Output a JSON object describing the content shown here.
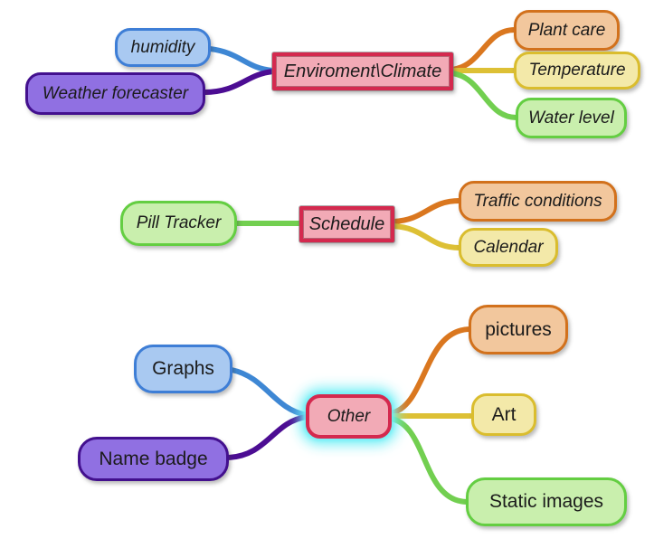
{
  "palette": {
    "background": "#ffffff",
    "text": "#1b1b1b",
    "selection_glow": "#6feef5",
    "blue": {
      "fill": "#a9c9f1",
      "border": "#3e7ed6",
      "link": "#3e87d4"
    },
    "purple": {
      "fill": "#9070e2",
      "border": "#43108e",
      "link": "#4c0d93"
    },
    "red": {
      "fill": "#f2aab6",
      "border": "#d4294e"
    },
    "orange": {
      "fill": "#f2c79d",
      "border": "#d2711c",
      "link": "#da771f"
    },
    "yellow": {
      "fill": "#f3e9a9",
      "border": "#dabd2e",
      "link": "#ddc035"
    },
    "green": {
      "fill": "#c9efad",
      "border": "#64ce42",
      "link": "#72cf50"
    }
  },
  "mindmap": {
    "clusters": [
      {
        "root": {
          "label": "Enviroment\\Climate",
          "color": "red",
          "selected": false
        },
        "left": [
          {
            "label": "humidity",
            "color": "blue"
          },
          {
            "label": "Weather forecaster",
            "color": "purple"
          }
        ],
        "right": [
          {
            "label": "Plant care",
            "color": "orange"
          },
          {
            "label": "Temperature",
            "color": "yellow"
          },
          {
            "label": "Water level",
            "color": "green"
          }
        ]
      },
      {
        "root": {
          "label": "Schedule",
          "color": "red",
          "selected": false
        },
        "left": [
          {
            "label": "Pill Tracker",
            "color": "green"
          }
        ],
        "right": [
          {
            "label": "Traffic conditions",
            "color": "orange"
          },
          {
            "label": "Calendar",
            "color": "yellow"
          }
        ]
      },
      {
        "root": {
          "label": "Other",
          "color": "red",
          "selected": true
        },
        "left": [
          {
            "label": "Graphs",
            "color": "blue"
          },
          {
            "label": "Name badge",
            "color": "purple"
          }
        ],
        "right": [
          {
            "label": "pictures",
            "color": "orange"
          },
          {
            "label": "Art",
            "color": "yellow"
          },
          {
            "label": "Static images",
            "color": "green"
          }
        ]
      }
    ]
  }
}
